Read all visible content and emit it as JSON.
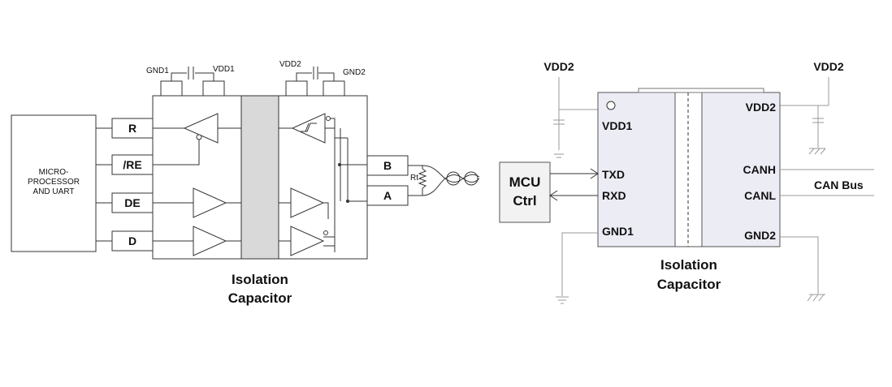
{
  "left_diagram": {
    "block_label_lines": [
      "MICRO-",
      "PROCESSOR",
      "AND UART"
    ],
    "pins": [
      "R",
      "/RE",
      "DE",
      "D"
    ],
    "line_pins": [
      "B",
      "A"
    ],
    "supply_left": [
      "GND1",
      "VDD1"
    ],
    "supply_right": [
      "VDD2",
      "GND2"
    ],
    "resistor_label": "Rt",
    "caption_lines": [
      "Isolation",
      "Capacitor"
    ]
  },
  "right_diagram": {
    "supply_left": "VDD2",
    "supply_right": "VDD2",
    "mcu_lines": [
      "MCU",
      "Ctrl"
    ],
    "left_pins": [
      "VDD1",
      "TXD",
      "RXD",
      "GND1"
    ],
    "right_pins": [
      "VDD2",
      "CANH",
      "CANL",
      "GND2"
    ],
    "bus_label": "CAN Bus",
    "caption_lines": [
      "Isolation",
      "Capacitor"
    ]
  }
}
